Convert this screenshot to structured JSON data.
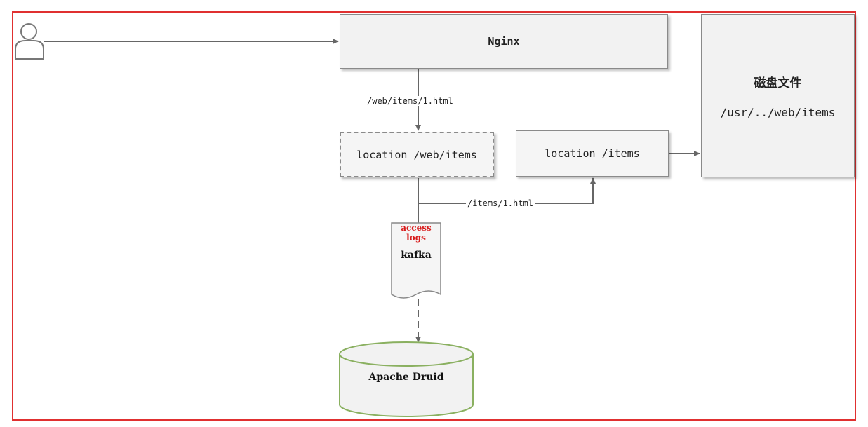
{
  "nodes": {
    "nginx": "Nginx",
    "disk_title": "磁盘文件",
    "disk_path": "/usr/../web/items",
    "location_web_items": "location /web/items",
    "location_items": "location /items",
    "kafka_tag_line1": "access",
    "kafka_tag_line2": "logs",
    "kafka": "kafka",
    "druid": "Apache Druid"
  },
  "edges": {
    "nginx_to_location": "/web/items/1.html",
    "location_to_items": "/items/1.html"
  },
  "colors": {
    "frame": "#e03030",
    "box_fill": "#f2f2f2",
    "box_border": "#8a8a8a",
    "druid_border": "#8ab060",
    "tag_red": "#d81c1c"
  }
}
